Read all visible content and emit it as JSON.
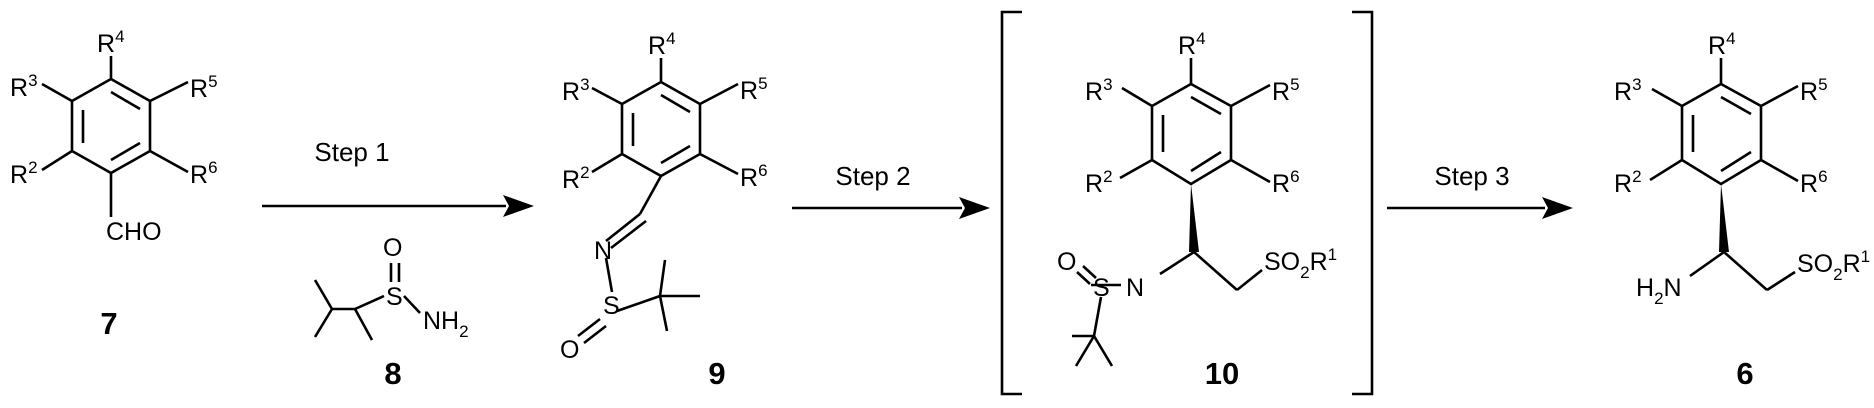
{
  "compounds": {
    "c7": {
      "number": "7",
      "R2": "R",
      "R2s": "2",
      "R3": "R",
      "R3s": "3",
      "R4": "R",
      "R4s": "4",
      "R5": "R",
      "R5s": "5",
      "R6": "R",
      "R6s": "6",
      "cho": "CHO"
    },
    "c8": {
      "number": "8",
      "O": "O",
      "S": "S",
      "NH": "NH",
      "NHs": "2"
    },
    "c9": {
      "number": "9",
      "R2": "R",
      "R2s": "2",
      "R3": "R",
      "R3s": "3",
      "R4": "R",
      "R4s": "4",
      "R5": "R",
      "R5s": "5",
      "R6": "R",
      "R6s": "6",
      "N": "N",
      "S": "S",
      "O": "O"
    },
    "c10": {
      "number": "10",
      "R2": "R",
      "R2s": "2",
      "R3": "R",
      "R3s": "3",
      "R4": "R",
      "R4s": "4",
      "R5": "R",
      "R5s": "5",
      "R6": "R",
      "R6s": "6",
      "O": "O",
      "S": "S",
      "N": "N",
      "SO": "SO",
      "SOs": "2",
      "R1": "R",
      "R1s": "1"
    },
    "c6": {
      "number": "6",
      "R2": "R",
      "R2s": "2",
      "R3": "R",
      "R3s": "3",
      "R4": "R",
      "R4s": "4",
      "R5": "R",
      "R5s": "5",
      "R6": "R",
      "R6s": "6",
      "H": "H",
      "Hs": "2",
      "N": "N",
      "SO": "SO",
      "SOs": "2",
      "R1": "R",
      "R1s": "1"
    }
  },
  "steps": [
    "Step 1",
    "Step 2",
    "Step 3"
  ]
}
